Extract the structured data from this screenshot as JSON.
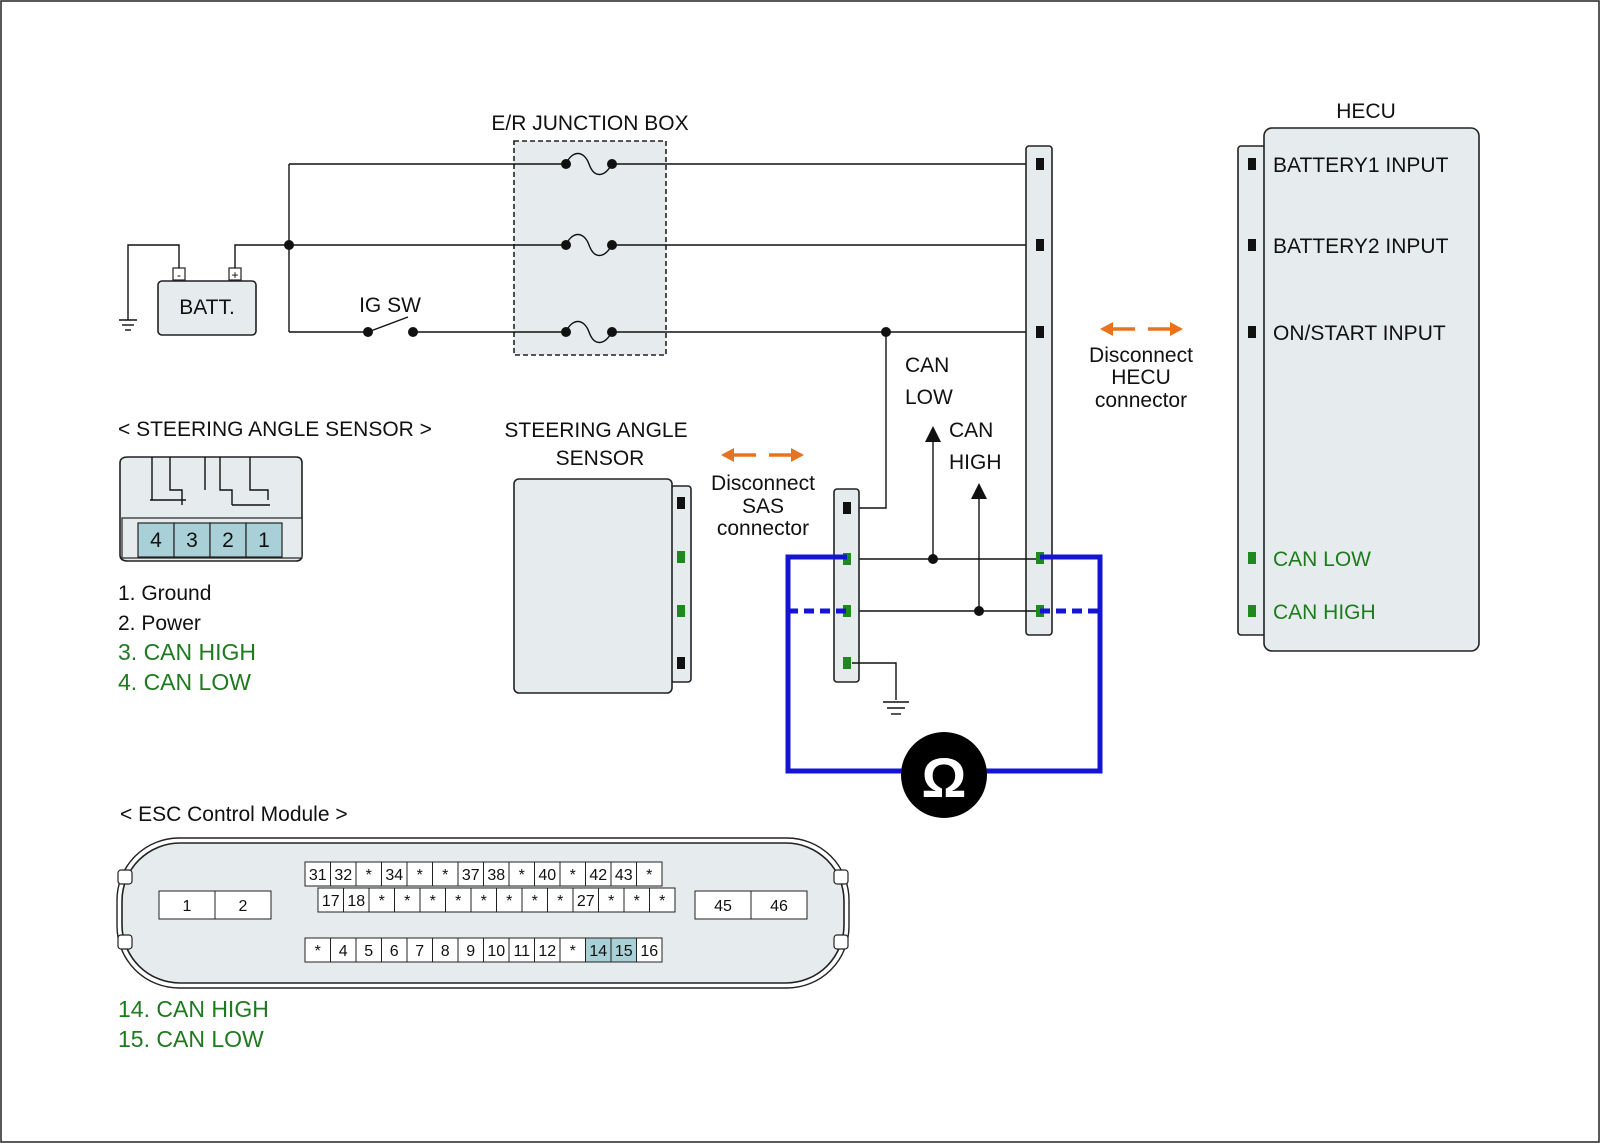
{
  "labels": {
    "junction_box": "E/R JUNCTION BOX",
    "battery": "BATT.",
    "ig_switch": "IG SW",
    "hecu_title": "HECU",
    "hecu_battery1": "BATTERY1 INPUT",
    "hecu_battery2": "BATTERY2 INPUT",
    "hecu_on_start": "ON/START INPUT",
    "hecu_can_low": "CAN LOW",
    "hecu_can_high": "CAN HIGH",
    "sas_title_line1": "STEERING ANGLE",
    "sas_title_line2": "SENSOR",
    "sas_connector_title": "< STEERING ANGLE SENSOR >",
    "can_low_line1": "CAN",
    "can_low_line2": "LOW",
    "can_high_line1": "CAN",
    "can_high_line2": "HIGH",
    "disconnect_sas_1": "Disconnect",
    "disconnect_sas_2": "SAS",
    "disconnect_sas_3": "connector",
    "disconnect_hecu_1": "Disconnect",
    "disconnect_hecu_2": "HECU",
    "disconnect_hecu_3": "connector",
    "ohm_symbol": "Ω",
    "esc_title": "< ESC Control Module >"
  },
  "battery_terminals": {
    "neg": "-",
    "pos": "+"
  },
  "sas_connector_pins": [
    "4",
    "3",
    "2",
    "1"
  ],
  "sas_pin_legend": [
    {
      "text": "1. Ground",
      "color": "#111111"
    },
    {
      "text": "2. Power",
      "color": "#111111"
    },
    {
      "text": "3. CAN HIGH",
      "color": "#1e7a1e"
    },
    {
      "text": "4. CAN LOW",
      "color": "#1e7a1e"
    }
  ],
  "esc_connector": {
    "left_block": [
      "1",
      "2"
    ],
    "right_block": [
      "45",
      "46"
    ],
    "row1": [
      "31",
      "32",
      "*",
      "34",
      "*",
      "*",
      "37",
      "38",
      "*",
      "40",
      "*",
      "42",
      "43",
      "*"
    ],
    "row2": [
      "17",
      "18",
      "*",
      "*",
      "*",
      "*",
      "*",
      "*",
      "*",
      "*",
      "27",
      "*",
      "*",
      "*"
    ],
    "row3": [
      "*",
      "4",
      "5",
      "6",
      "7",
      "8",
      "9",
      "10",
      "11",
      "12",
      "*",
      "14",
      "15",
      "16"
    ],
    "highlighted": [
      "14",
      "15"
    ]
  },
  "esc_pin_legend": [
    {
      "text": "14. CAN HIGH",
      "color": "#1e7a1e"
    },
    {
      "text": "15. CAN LOW",
      "color": "#1e7a1e"
    }
  ],
  "colors": {
    "box_fill": "#e6eced",
    "pin_highlight": "#a9d0d6",
    "can_green": "#1e7a1e",
    "measurement_blue": "#1414d2",
    "disconnect_orange": "#e8731e"
  }
}
